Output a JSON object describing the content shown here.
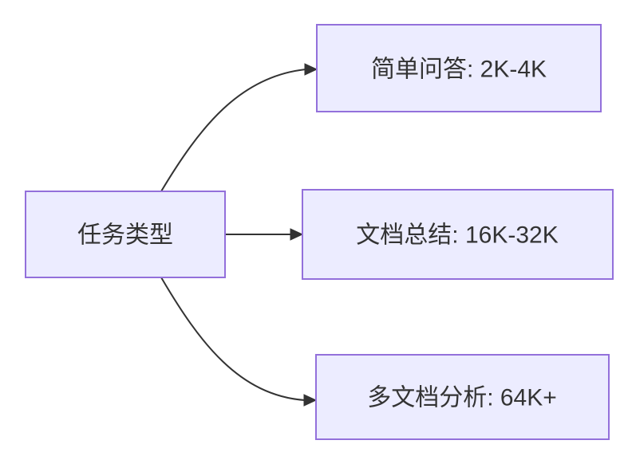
{
  "diagram": {
    "type": "flowchart-left-to-right",
    "root_node": {
      "label": "任务类型"
    },
    "branches": [
      {
        "label": "简单问答: 2K-4K"
      },
      {
        "label": "文档总结: 16K-32K"
      },
      {
        "label": "多文档分析: 64K+"
      }
    ],
    "edges": [
      {
        "from": "任务类型",
        "to": "简单问答: 2K-4K"
      },
      {
        "from": "任务类型",
        "to": "文档总结: 16K-32K"
      },
      {
        "from": "任务类型",
        "to": "多文档分析: 64K+"
      }
    ]
  },
  "theme": {
    "node_fill": "#ECECFF",
    "node_stroke": "#9370DB",
    "edge_color": "#333333",
    "text_color": "#333333",
    "background": "#FFFFFF"
  }
}
